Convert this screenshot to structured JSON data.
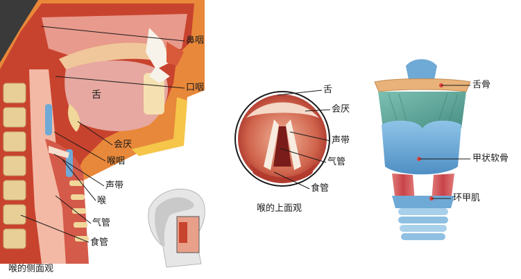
{
  "side_view": {
    "caption": "喉的侧面观",
    "labels": {
      "nasopharynx": "鼻咽",
      "oropharynx": "口咽",
      "tongue": "舌",
      "epiglottis": "会厌",
      "laryngopharynx": "喉咽",
      "vocal_cords": "声带",
      "larynx": "喉",
      "trachea": "气管",
      "esophagus": "食管"
    }
  },
  "top_view": {
    "caption": "喉的上面观",
    "labels": {
      "tongue": "舌",
      "epiglottis": "会厌",
      "vocal_cords": "声带",
      "trachea": "气管",
      "esophagus": "食管"
    }
  },
  "front_view": {
    "labels": {
      "hyoid": "舌骨",
      "thyroid_cartilage": "甲状软骨",
      "cricothyroid_muscle": "环甲肌"
    }
  },
  "colors": {
    "tissue_red": "#c8432e",
    "tissue_orange": "#e8883a",
    "bone_tan": "#e8cf98",
    "cartilage_blue": "#6fa9d6",
    "muscle_teal": "#5fa79a",
    "skin_pink": "#f3b9a5"
  }
}
